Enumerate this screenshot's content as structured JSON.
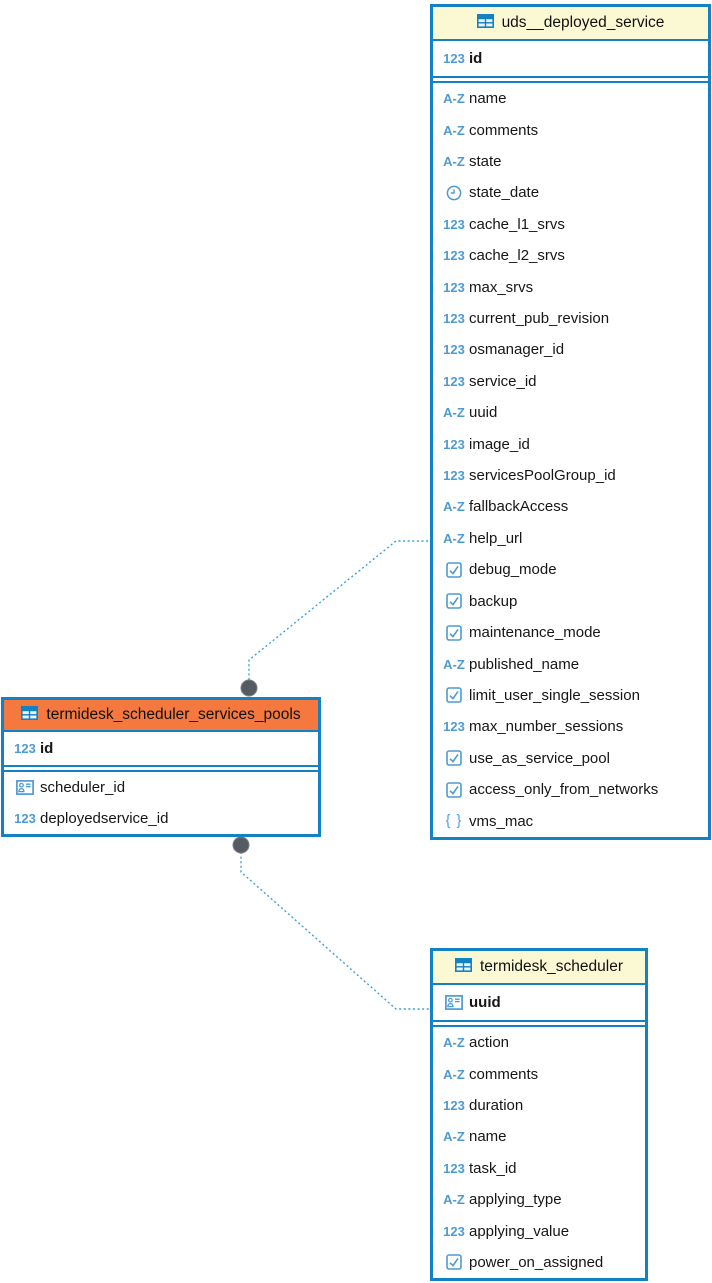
{
  "diagram": {
    "colors": {
      "table_border": "#1282c4",
      "header_yellow": "#fbf9d4",
      "header_orange": "#f5793e",
      "type_icon_blue": "#4e9bd2",
      "link_line": "#3da0dc",
      "link_dot": "#565b61",
      "row_text": "#161616"
    },
    "type_glyphs": {
      "number": "123",
      "text": "A-Z",
      "json": "{ }"
    },
    "tables": [
      {
        "title": "uds__deployed_service",
        "header": "yellow",
        "primary_keys": [
          {
            "type": "number",
            "name": "id"
          }
        ],
        "columns": [
          {
            "type": "text",
            "name": "name"
          },
          {
            "type": "text",
            "name": "comments"
          },
          {
            "type": "text",
            "name": "state"
          },
          {
            "type": "datetime",
            "name": "state_date"
          },
          {
            "type": "number",
            "name": "cache_l1_srvs"
          },
          {
            "type": "number",
            "name": "cache_l2_srvs"
          },
          {
            "type": "number",
            "name": "max_srvs"
          },
          {
            "type": "number",
            "name": "current_pub_revision"
          },
          {
            "type": "number",
            "name": "osmanager_id"
          },
          {
            "type": "number",
            "name": "service_id"
          },
          {
            "type": "text",
            "name": "uuid"
          },
          {
            "type": "number",
            "name": "image_id"
          },
          {
            "type": "number",
            "name": "servicesPoolGroup_id"
          },
          {
            "type": "text",
            "name": "fallbackAccess"
          },
          {
            "type": "text",
            "name": "help_url"
          },
          {
            "type": "boolean",
            "name": "debug_mode"
          },
          {
            "type": "boolean",
            "name": "backup"
          },
          {
            "type": "boolean",
            "name": "maintenance_mode"
          },
          {
            "type": "text",
            "name": "published_name"
          },
          {
            "type": "boolean",
            "name": "limit_user_single_session"
          },
          {
            "type": "number",
            "name": "max_number_sessions"
          },
          {
            "type": "boolean",
            "name": "use_as_service_pool"
          },
          {
            "type": "boolean",
            "name": "access_only_from_networks"
          },
          {
            "type": "json",
            "name": "vms_mac"
          }
        ]
      },
      {
        "title": "termidesk_scheduler_services_pools",
        "header": "orange",
        "primary_keys": [
          {
            "type": "number",
            "name": "id"
          }
        ],
        "columns": [
          {
            "type": "uuid",
            "name": "scheduler_id"
          },
          {
            "type": "number",
            "name": "deployedservice_id"
          }
        ]
      },
      {
        "title": "termidesk_scheduler",
        "header": "yellow",
        "primary_keys": [
          {
            "type": "uuid",
            "name": "uuid"
          }
        ],
        "columns": [
          {
            "type": "text",
            "name": "action"
          },
          {
            "type": "text",
            "name": "comments"
          },
          {
            "type": "number",
            "name": "duration"
          },
          {
            "type": "text",
            "name": "name"
          },
          {
            "type": "number",
            "name": "task_id"
          },
          {
            "type": "text",
            "name": "applying_type"
          },
          {
            "type": "number",
            "name": "applying_value"
          },
          {
            "type": "boolean",
            "name": "power_on_assigned"
          }
        ]
      }
    ],
    "relations": [
      {
        "from": "termidesk_scheduler_services_pools",
        "from_column": "deployedservice_id",
        "to": "uds__deployed_service"
      },
      {
        "from": "termidesk_scheduler_services_pools",
        "from_column": "scheduler_id",
        "to": "termidesk_scheduler"
      }
    ]
  }
}
